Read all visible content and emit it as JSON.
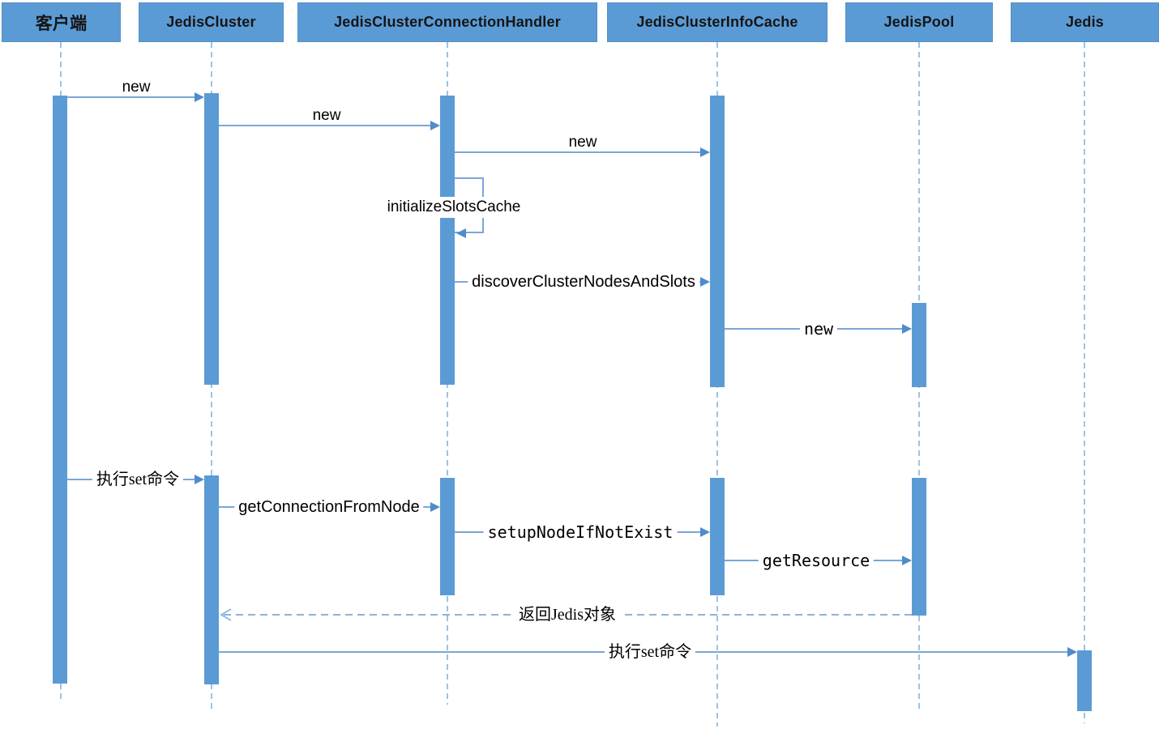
{
  "diagram": {
    "type": "uml-sequence-diagram",
    "lifelines": [
      {
        "id": "client",
        "label": "客户端"
      },
      {
        "id": "jedis-cluster",
        "label": "JedisCluster"
      },
      {
        "id": "jedis-cluster-connection-handler",
        "label": "JedisClusterConnectionHandler"
      },
      {
        "id": "jedis-cluster-info-cache",
        "label": "JedisClusterInfoCache"
      },
      {
        "id": "jedis-pool",
        "label": "JedisPool"
      },
      {
        "id": "jedis",
        "label": "Jedis"
      }
    ],
    "messages": [
      {
        "label": "new",
        "from": "client",
        "to": "jedis-cluster",
        "type": "sync"
      },
      {
        "label": "new",
        "from": "jedis-cluster",
        "to": "jedis-cluster-connection-handler",
        "type": "sync"
      },
      {
        "label": "new",
        "from": "jedis-cluster-connection-handler",
        "to": "jedis-cluster-info-cache",
        "type": "sync"
      },
      {
        "label": "initializeSlotsCache",
        "from": "jedis-cluster-connection-handler",
        "to": "jedis-cluster-connection-handler",
        "type": "self"
      },
      {
        "label": "discoverClusterNodesAndSlots",
        "from": "jedis-cluster-connection-handler",
        "to": "jedis-cluster-info-cache",
        "type": "sync"
      },
      {
        "label": "new",
        "from": "jedis-cluster-info-cache",
        "to": "jedis-pool",
        "type": "sync"
      },
      {
        "label": "执行set命令",
        "from": "client",
        "to": "jedis-cluster",
        "type": "sync"
      },
      {
        "label": "getConnectionFromNode",
        "from": "jedis-cluster",
        "to": "jedis-cluster-connection-handler",
        "type": "sync"
      },
      {
        "label": "setupNodeIfNotExist",
        "from": "jedis-cluster-connection-handler",
        "to": "jedis-cluster-info-cache",
        "type": "sync"
      },
      {
        "label": "getResource",
        "from": "jedis-cluster-info-cache",
        "to": "jedis-pool",
        "type": "sync"
      },
      {
        "label": "返回Jedis对象",
        "from": "jedis-pool",
        "to": "jedis-cluster",
        "type": "return"
      },
      {
        "label": "执行set命令",
        "from": "jedis-cluster",
        "to": "jedis",
        "type": "sync"
      }
    ],
    "colors": {
      "activation_fill": "#5B9BD5",
      "header_fill": "#5B9BD5",
      "message_line": "#7CA6D6",
      "arrowhead": "#4F8CC9",
      "lifeline_dash": "#9DC3E6",
      "text": "#000000",
      "background": "#ffffff"
    }
  }
}
